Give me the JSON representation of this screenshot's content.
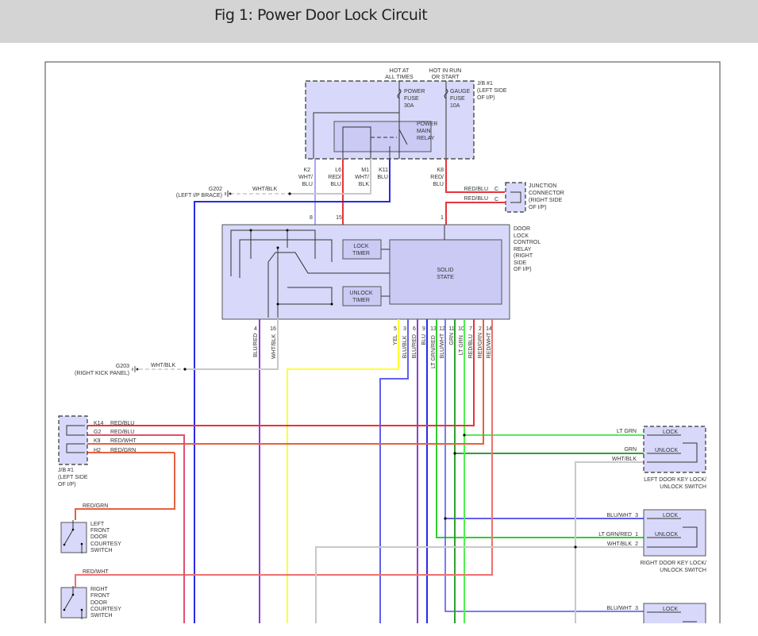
{
  "header": {
    "title": "Fig 1: Power Door Lock Circuit"
  },
  "colors": {
    "red": "#e8343a",
    "red_light": "#f07070",
    "blue": "#2a2ae8",
    "blue_light": "#7070f0",
    "yellow": "#ffff30",
    "green": "#2fd02f",
    "lt_green": "#50f050",
    "gray": "#c8c8c8",
    "purple": "#8a3fd0",
    "box_fill": "#d8d8fa"
  },
  "jb1_top": {
    "hot_at_all_times": [
      "HOT AT",
      "ALL TIMES"
    ],
    "hot_in_run": [
      "HOT IN RUN",
      "OR START"
    ],
    "label": [
      "J/B #1",
      "(LEFT SIDE",
      "OF I/P)"
    ],
    "power_fuse": [
      "POWER",
      "FUSE",
      "30A"
    ],
    "gauge_fuse": [
      "GAUGE",
      "FUSE",
      "10A"
    ],
    "relay": [
      "POWER",
      "MAIN",
      "RELAY"
    ],
    "pins": [
      {
        "pin": "K2",
        "wire": [
          "WHT/",
          "BLU"
        ]
      },
      {
        "pin": "L6",
        "wire": [
          "RED/",
          "BLU"
        ]
      },
      {
        "pin": "M1",
        "wire": [
          "WHT/",
          "BLK"
        ]
      },
      {
        "pin": "K11",
        "wire": [
          "BLU"
        ]
      },
      {
        "pin": "K8",
        "wire": [
          "RED/",
          "BLU"
        ]
      }
    ]
  },
  "g202": {
    "name": "G202",
    "location": "(LEFT I/P BRACE)",
    "wire": "WHT/BLK"
  },
  "g203": {
    "name": "G203",
    "location": "(RIGHT KICK PANEL)",
    "wire": "WHT/BLK"
  },
  "junction_connector": {
    "label": [
      "JUNCTION",
      "CONNECTOR",
      "(RIGHT SIDE",
      "OF I/P)"
    ],
    "wires": [
      {
        "color": "RED/BLU",
        "pin": "C"
      },
      {
        "color": "RED/BLU",
        "pin": "C"
      }
    ]
  },
  "relay_module": {
    "label": [
      "DOOR",
      "LOCK",
      "CONTROL",
      "RELAY",
      "(RIGHT",
      "SIDE",
      "OF I/P)"
    ],
    "lock_timer": [
      "LOCK",
      "TIMER"
    ],
    "unlock_timer": [
      "UNLOCK",
      "TIMER"
    ],
    "solid_state": [
      "SOLID",
      "STATE"
    ],
    "top_pins": [
      "8",
      "15",
      "1"
    ],
    "left_bottom_pins": [
      {
        "pin": "4",
        "wire": "BLU/RED"
      },
      {
        "pin": "16",
        "wire": "WHT/BLK"
      }
    ],
    "bottom_pins": [
      {
        "pin": "5",
        "wire": "YEL"
      },
      {
        "pin": "3",
        "wire": "BLU/BLK"
      },
      {
        "pin": "6",
        "wire": "BLU/RED"
      },
      {
        "pin": "9",
        "wire": "BLU"
      },
      {
        "pin": "13",
        "wire": "LT GRN/RED"
      },
      {
        "pin": "12",
        "wire": "BLU/WHT"
      },
      {
        "pin": "11",
        "wire": "GRN"
      },
      {
        "pin": "10",
        "wire": "LT GRN"
      },
      {
        "pin": "7",
        "wire": "RED/BLU"
      },
      {
        "pin": "2",
        "wire": "RED/GRN"
      },
      {
        "pin": "14",
        "wire": "RED/WHT"
      }
    ]
  },
  "jb1_left": {
    "label": [
      "J/B #1",
      "(LEFT SIDE",
      "OF I/P)"
    ],
    "pins": [
      {
        "pin": "K14",
        "wire": "RED/BLU"
      },
      {
        "pin": "G2",
        "wire": "RED/BLU"
      },
      {
        "pin": "K9",
        "wire": "RED/WHT"
      },
      {
        "pin": "H2",
        "wire": "RED/GRN"
      }
    ]
  },
  "left_courtesy": {
    "wire": "RED/GRN",
    "label": [
      "LEFT",
      "FRONT",
      "DOOR",
      "COURTESY",
      "SWITCH"
    ]
  },
  "right_courtesy": {
    "wire": "RED/WHT",
    "label": [
      "RIGHT",
      "FRONT",
      "DOOR",
      "COURTESY",
      "SWITCH"
    ]
  },
  "left_key_switch": {
    "label": [
      "LEFT DOOR KEY LOCK/",
      "UNLOCK SWITCH"
    ],
    "lock": "LOCK",
    "unlock": "UNLOCK",
    "wires": [
      "LT GRN",
      "GRN",
      "WHT/BLK"
    ]
  },
  "right_key_switch": {
    "label": [
      "RIGHT DOOR KEY LOCK/",
      "UNLOCK SWITCH"
    ],
    "lock": "LOCK",
    "unlock": "UNLOCK",
    "wires": [
      {
        "color": "BLU/WHT",
        "pin": "3"
      },
      {
        "color": "LT GRN/RED",
        "pin": "1"
      },
      {
        "color": "WHT/BLK",
        "pin": "2"
      }
    ]
  },
  "bottom_switch": {
    "lock": "LOCK",
    "wire": {
      "color": "BLU/WHT",
      "pin": "3"
    }
  }
}
